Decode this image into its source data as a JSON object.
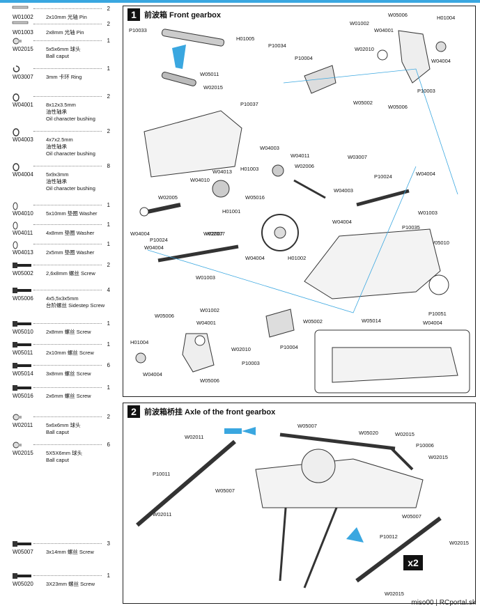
{
  "parts": [
    {
      "code": "W01002",
      "desc": "2x10mm 光轴 Pin",
      "qty": "2",
      "icon": "pin-icon"
    },
    {
      "code": "W01003",
      "desc": "2x8mm 光轴 Pin",
      "qty": "2",
      "icon": "pin-icon"
    },
    {
      "code": "W02015",
      "desc": "5x5x6mm 球头",
      "desc2": "Ball caput",
      "qty": "1",
      "icon": "ball-icon"
    },
    {
      "code": "W03007",
      "desc": "3mm 卡环 Ring",
      "qty": "1",
      "icon": "ring-icon"
    },
    {
      "code": "W04001",
      "desc": "8x12x3.5mm",
      "desc2": "油性轴承",
      "desc3": "Oil character bushing",
      "qty": "2",
      "icon": "bushing-icon"
    },
    {
      "code": "W04003",
      "desc": "4x7x2.5mm",
      "desc2": "油性轴承",
      "desc3": "Oil character bushing",
      "qty": "2",
      "icon": "bushing-icon"
    },
    {
      "code": "W04004",
      "desc": "5x9x3mm",
      "desc2": "油性轴承",
      "desc3": "Oil character bushing",
      "qty": "8",
      "icon": "bushing-icon"
    },
    {
      "code": "W04010",
      "desc": "5x10mm 垫圈 Washer",
      "qty": "1",
      "icon": "washer-icon"
    },
    {
      "code": "W04011",
      "desc": "4x8mm 垫圈 Washer",
      "qty": "1",
      "icon": "washer-icon"
    },
    {
      "code": "W04013",
      "desc": "2x5mm 垫圈 Washer",
      "qty": "1",
      "icon": "washer-icon"
    },
    {
      "code": "W05002",
      "desc": "2,6x8mm 螺丝 Screw",
      "qty": "2",
      "icon": "screw-icon"
    },
    {
      "code": "W05006",
      "desc": "4x5,5x3x5mm",
      "desc2": "台阶螺丝 Sidestep Screw",
      "qty": "4",
      "icon": "screw-icon"
    },
    {
      "code": "W05010",
      "desc": "2x8mm 螺丝 Screw",
      "qty": "1",
      "icon": "screw-icon"
    },
    {
      "code": "W05011",
      "desc": "2x10mm 螺丝 Screw",
      "qty": "1",
      "icon": "screw-icon"
    },
    {
      "code": "W05014",
      "desc": "3x8mm 螺丝 Screw",
      "qty": "6",
      "icon": "screw-icon"
    },
    {
      "code": "W05016",
      "desc": "2x6mm 螺丝 Screw",
      "qty": "1",
      "icon": "screw-icon"
    },
    {
      "code": "W02011",
      "desc": "5x6x6mm 球头",
      "desc2": "Ball caput",
      "qty": "2",
      "icon": "ball-icon"
    },
    {
      "code": "W02015",
      "desc": "5X5X6mm 球头",
      "desc2": "Ball caput",
      "qty": "6",
      "icon": "ball-icon"
    },
    {
      "code": "W05007",
      "desc": "3x14mm 螺丝 Screw",
      "qty": "3",
      "icon": "screw-icon"
    },
    {
      "code": "W05020",
      "desc": "3X23mm 螺丝 Screw",
      "qty": "1",
      "icon": "screw-icon"
    }
  ],
  "step1": {
    "num": "1",
    "title": "前波箱 Front gearbox",
    "labels": [
      "W05006",
      "H01004",
      "W01002",
      "W04001",
      "P10033",
      "H01005",
      "P10034",
      "W02010",
      "P10004",
      "W04004",
      "W05011",
      "W02015",
      "P10003",
      "W05002",
      "W05006",
      "P10037",
      "W04003",
      "W04011",
      "W03007",
      "H01003",
      "W02006",
      "W04013",
      "W04010",
      "P10024",
      "W04004",
      "W05016",
      "W04003",
      "W02005",
      "H01001",
      "W01003",
      "W02007",
      "W04004",
      "W04004",
      "P10035",
      "P10024",
      "W02007",
      "W04004",
      "W04004",
      "H01002",
      "W05010",
      "W04004",
      "W01003",
      "W05014",
      "P10051",
      "W05006",
      "W01002",
      "W04001",
      "W05002",
      "H01004",
      "W02010",
      "P10004",
      "W04004",
      "P10003",
      "W05006"
    ]
  },
  "step2": {
    "num": "2",
    "title": "前波箱桥挂 Axle of the front gearbox",
    "labels": [
      "W05007",
      "W05020",
      "W02015",
      "W02011",
      "P10006",
      "W02015",
      "P10011",
      "W05007",
      "W02011",
      "W05007",
      "P10012",
      "W02015",
      "W02015"
    ],
    "x2": "x2"
  },
  "credit": "miso00 | RCportal.sk",
  "colors": {
    "accent": "#3aa7e0",
    "ink": "#111111"
  }
}
